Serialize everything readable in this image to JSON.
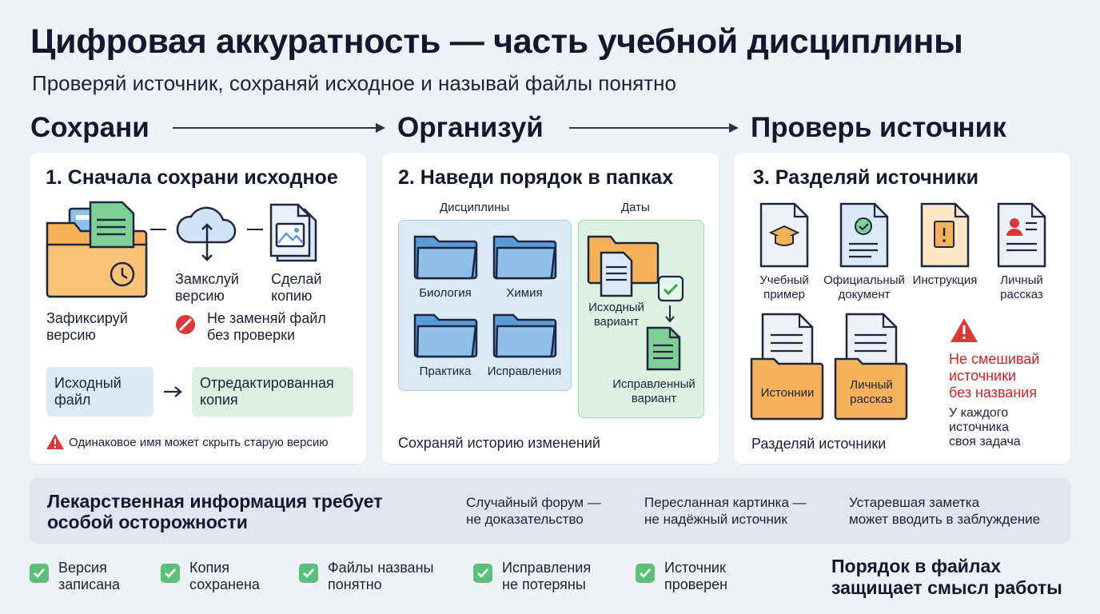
{
  "header": {
    "title": "Цифровая аккуратность — часть учебной дисциплины",
    "subtitle": "Проверяй источник, сохраняй исходное и называй файлы понятно"
  },
  "stages": [
    "Сохрани",
    "Организуй",
    "Проверь источник"
  ],
  "card1": {
    "title": "1. Сначала сохрани исходное",
    "fix_version": [
      "Зафиксируй",
      "версию"
    ],
    "lock_version": [
      "Замкслуй",
      "версию"
    ],
    "make_copy": [
      "Сделай",
      "копию"
    ],
    "no_replace": [
      "Не заменяй файл",
      "без проверки"
    ],
    "original_file": [
      "Исходный",
      "файл"
    ],
    "edited_copy": [
      "Отредактированная",
      "копия"
    ],
    "warning": "Одинаковое имя может скрыть старую версию"
  },
  "card2": {
    "title": "2. Наведи порядок в папках",
    "disciplines_label": "Дисциплины",
    "dates_label": "Даты",
    "folders": [
      "Биология",
      "Химия",
      "Практика",
      "Исправления"
    ],
    "original_variant": [
      "Исходный",
      "вариант"
    ],
    "corrected_variant": [
      "Исправленный",
      "вариант"
    ],
    "footer": "Сохраняй историю изменений"
  },
  "card3": {
    "title": "3. Разделяй источники",
    "docs": [
      [
        "Учебный",
        "пример"
      ],
      [
        "Официальный",
        "документ"
      ],
      [
        "Инструкция"
      ],
      [
        "Личный",
        "рассказ"
      ]
    ],
    "folder_history": "Истоннии",
    "folder_story": [
      "Личный",
      "рассказ"
    ],
    "footer": "Разделяй источники",
    "warning": [
      "Не смешивай",
      "источники",
      "без названия"
    ],
    "note": [
      "У каждого",
      "источника",
      "своя задача"
    ]
  },
  "banner": {
    "title": [
      "Лекарственная информация требует",
      "особой осторожности"
    ],
    "items": [
      [
        "Случайный форум —",
        "не доказательство"
      ],
      [
        "Пересланная картинка —",
        "не надёжный источник"
      ],
      [
        "Устаревшая заметка",
        "может вводить в заблуждение"
      ]
    ]
  },
  "checklist": [
    [
      "Версия",
      "записана"
    ],
    [
      "Копия",
      "сохранена"
    ],
    [
      "Файлы названы",
      "понятно"
    ],
    [
      "Исправления",
      "не потеряны"
    ],
    [
      "Источник",
      "проверен"
    ]
  ],
  "footer_note": [
    "Порядок в файлах",
    "защищает смысл работы"
  ],
  "colors": {
    "accent_blue": "#5b9bd8",
    "folder_orange": "#f6b25a",
    "green": "#5cc07a",
    "red": "#d83a3a"
  }
}
